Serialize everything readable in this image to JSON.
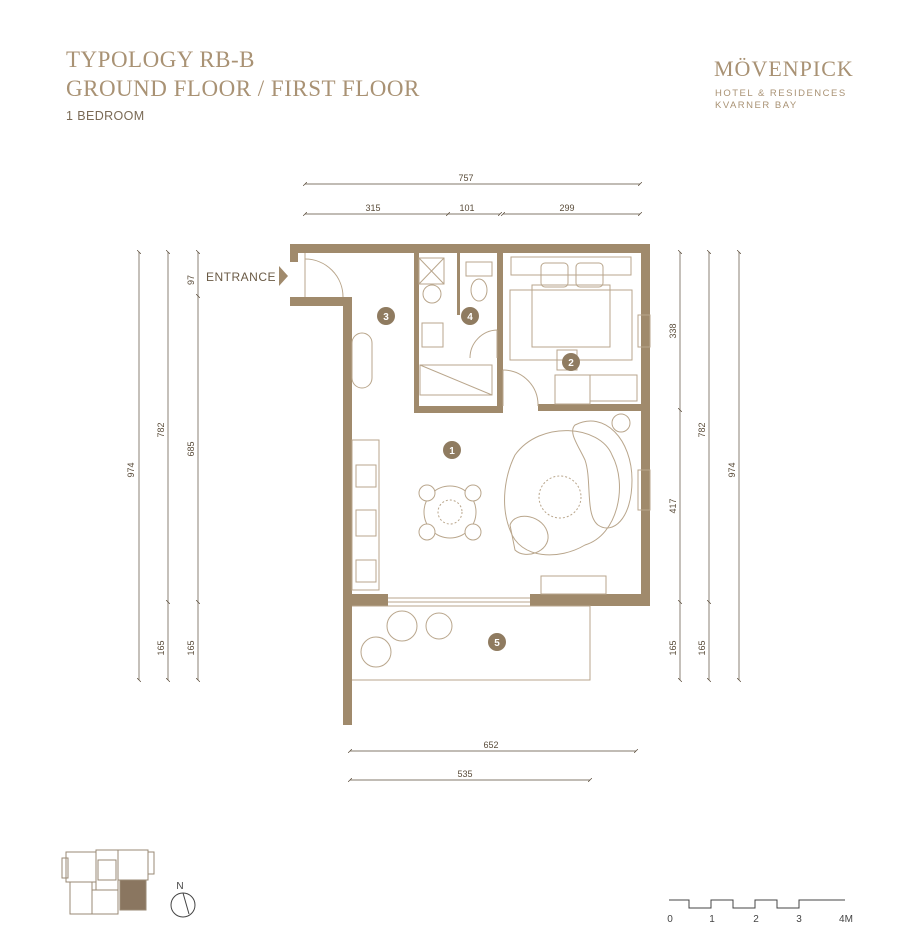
{
  "header": {
    "title_line1": "TYPOLOGY RB-B",
    "title_line2": "GROUND FLOOR / FIRST FLOOR",
    "subtitle": "1 BEDROOM"
  },
  "brand": {
    "name": "MÖVENPICK",
    "line1": "HOTEL & RESIDENCES",
    "line2": "KVARNER BAY"
  },
  "plan": {
    "entrance_label": "ENTRANCE",
    "rooms": [
      "1",
      "2",
      "3",
      "4",
      "5"
    ],
    "dimensions": {
      "top_total": "757",
      "top_left": "315",
      "top_mid": "101",
      "top_right": "299",
      "left_outer": "974",
      "left_mid": "782",
      "left_inner": "685",
      "left_small": "97",
      "left_bottom_a": "165",
      "left_bottom_b": "165",
      "right_inner_top": "338",
      "right_inner_bottom": "417",
      "right_mid": "782",
      "right_outer": "974",
      "right_bottom_a": "165",
      "right_bottom_b": "165",
      "bottom_a": "652",
      "bottom_b": "535"
    }
  },
  "compass": {
    "label": "N"
  },
  "scale": {
    "labels": [
      "0",
      "1",
      "2",
      "3",
      "4M"
    ]
  },
  "colors": {
    "wall": "#a08a6c",
    "line": "#b9a68c",
    "badge": "#8f7b60"
  }
}
